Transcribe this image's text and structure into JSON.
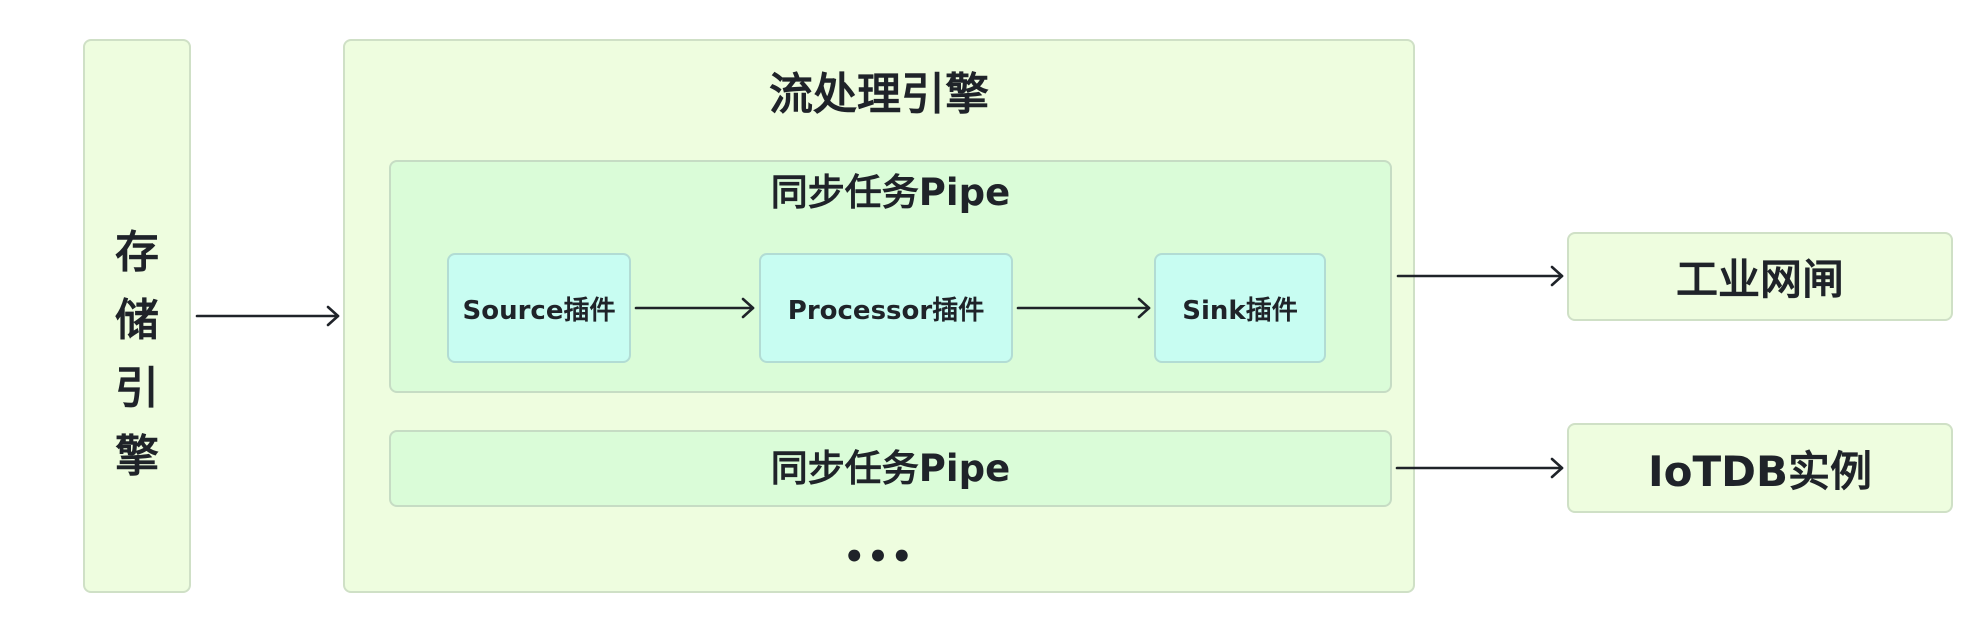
{
  "storage_engine": {
    "label_chars": [
      "存",
      "储",
      "引",
      "擎"
    ]
  },
  "stream_engine": {
    "title": "流处理引擎",
    "pipes": [
      {
        "title": "同步任务Pipe",
        "plugins": [
          {
            "label": "Source插件"
          },
          {
            "label": "Processor插件"
          },
          {
            "label": "Sink插件"
          }
        ]
      },
      {
        "title": "同步任务Pipe"
      }
    ],
    "more": "•••"
  },
  "targets": [
    {
      "label": "工业网闸"
    },
    {
      "label": "IoTDB实例"
    }
  ],
  "colors": {
    "outer_fill": "#eefddf",
    "pipe_fill": "#dafcd8",
    "plugin_fill": "#c8fdf2",
    "arrow": "#1f2329"
  }
}
